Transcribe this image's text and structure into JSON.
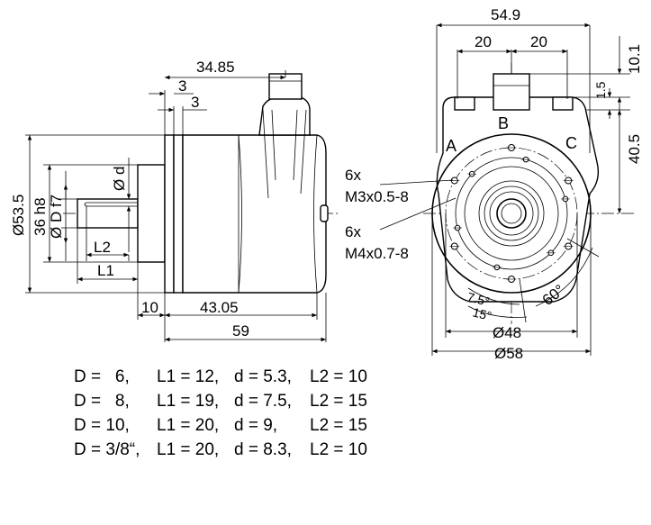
{
  "side_view": {
    "dims": {
      "top_overall": "34.85",
      "flange_3a": "3",
      "flange_3b": "3",
      "dia_outer": "Ø53.5",
      "dia_pilot": "36 h8",
      "shaft_d": "Ø D f7",
      "flat_d": "Ø d",
      "l2": "L2",
      "l1": "L1",
      "ten": "10",
      "body_len": "43.05",
      "total": "59"
    }
  },
  "front_view": {
    "dims": {
      "width": "54.9",
      "left20": "20",
      "right20": "20",
      "h10": "10.1",
      "h15": "1.5",
      "h40": "40.5",
      "d48": "Ø48",
      "d58": "Ø58",
      "a75": "7.5°",
      "a15": "15°",
      "a60": "60°"
    },
    "labels": {
      "a": "A",
      "b": "B",
      "c": "C"
    },
    "callouts": {
      "m3_count": "6x",
      "m3_thread": "M3x0.5-8",
      "m4_count": "6x",
      "m4_thread": "M4x0.7-8"
    }
  },
  "variants": [
    {
      "d_big": "D =   6,",
      "l1": "L1 = 12,",
      "d_small": "d = 5.3,",
      "l2": "L2 = 10"
    },
    {
      "d_big": "D =   8,",
      "l1": "L1 = 19,",
      "d_small": "d = 7.5,",
      "l2": "L2 = 15"
    },
    {
      "d_big": "D = 10,",
      "l1": "L1 = 20,",
      "d_small": "d = 9,",
      "l2": "L2 = 15"
    },
    {
      "d_big": "D = 3/8“,",
      "l1": "L1 = 20,",
      "d_small": "d = 8.3,",
      "l2": "L2 = 10"
    }
  ]
}
